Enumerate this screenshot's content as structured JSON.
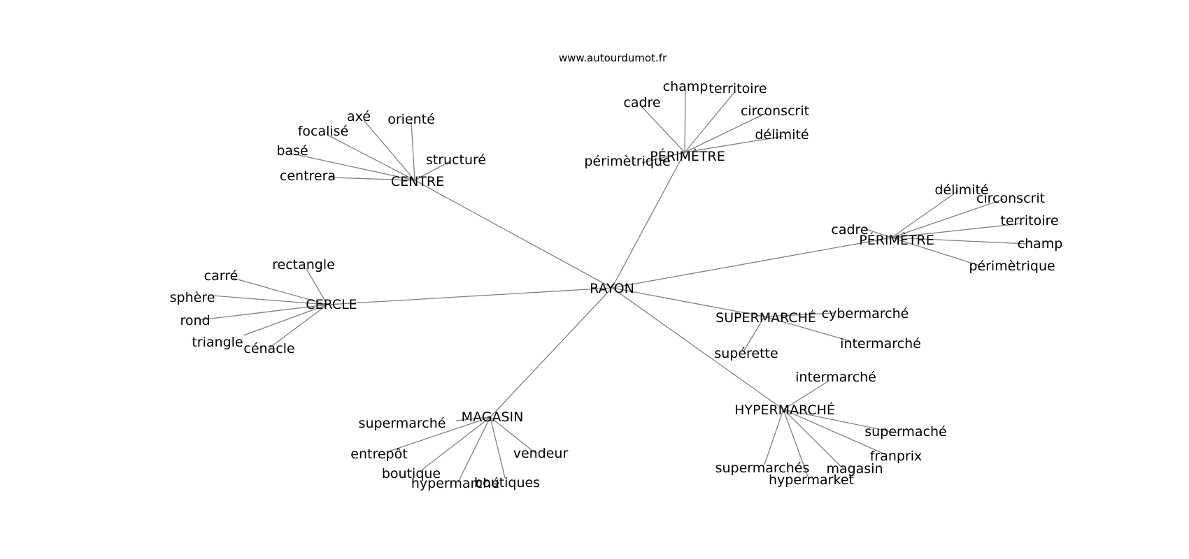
{
  "site_url": "www.autourdumot.fr",
  "edge_color": "#808080",
  "text_color": "#000000",
  "graph": {
    "root": "RAYON",
    "clusters": [
      {
        "label": "CENTRE",
        "words": [
          "axé",
          "orienté",
          "focalisé",
          "basé",
          "structuré",
          "centrera"
        ]
      },
      {
        "label": "PÉRIMÈTRE",
        "words": [
          "champ",
          "territoire",
          "cadre",
          "circonscrit",
          "délimité",
          "périmètrique"
        ]
      },
      {
        "label": "PÉRIMÈTRE",
        "words": [
          "délimité",
          "circonscrit",
          "cadre",
          "territoire",
          "champ",
          "périmètrique"
        ]
      },
      {
        "label": "CERCLE",
        "words": [
          "rectangle",
          "carré",
          "sphère",
          "rond",
          "triangle",
          "cénacle"
        ]
      },
      {
        "label": "SUPERMARCHÉ",
        "words": [
          "cybermarché",
          "intermarché",
          "supérette"
        ]
      },
      {
        "label": "HYPERMARCHÉ",
        "words": [
          "intermarché",
          "supermaché",
          "franprix",
          "supermarchés",
          "magasin",
          "hypermarket"
        ]
      },
      {
        "label": "MAGASIN",
        "words": [
          "supermarché",
          "vendeur",
          "entrepôt",
          "boutique",
          "hypermarché",
          "boutiques"
        ]
      }
    ]
  }
}
